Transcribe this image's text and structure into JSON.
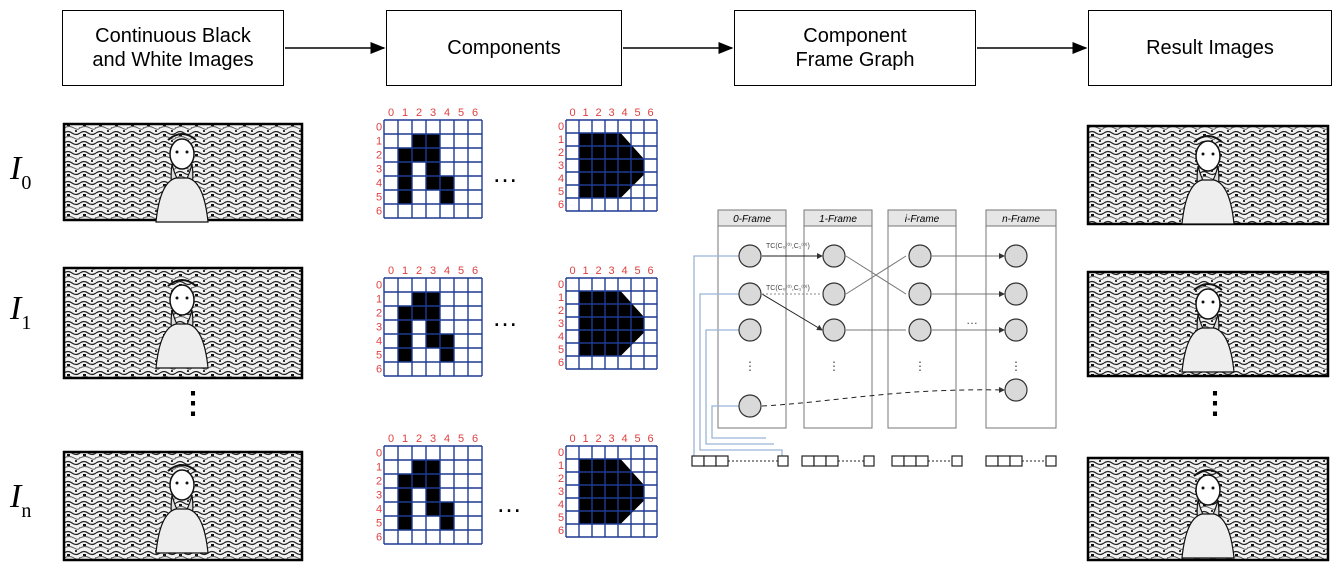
{
  "pipeline": {
    "steps": [
      {
        "label": "Continuous Black and White Images"
      },
      {
        "label": "Components"
      },
      {
        "label": "Component Frame Graph"
      },
      {
        "label": "Result Images"
      }
    ]
  },
  "inputs": {
    "rows": [
      {
        "symbol": "I",
        "subscript": "0"
      },
      {
        "symbol": "I",
        "subscript": "1"
      },
      {
        "symbol": "I",
        "subscript": "n"
      }
    ],
    "ellipsis": "⋮"
  },
  "components": {
    "grid_ticks": [
      "0",
      "1",
      "2",
      "3",
      "4",
      "5",
      "6"
    ],
    "horizontal_ellipsis": "…"
  },
  "frame_graph": {
    "frames": [
      {
        "label": "0-Frame"
      },
      {
        "label": "1-Frame"
      },
      {
        "label": "i-Frame"
      },
      {
        "label": "n-Frame"
      }
    ],
    "edge_labels": [
      "TC(C₀⁽⁰⁾,C₁⁽⁰⁾)",
      "TC(C₀⁽⁰⁾,C₁⁽⁰⁾)"
    ],
    "ellipsis": "⋮",
    "h_ellipsis": "…"
  },
  "colors": {
    "grid_line": "#1f3a93",
    "tick_label": "#e04040",
    "node_fill": "#d9d9d9",
    "frame_header": "#e6e6e6",
    "link_line": "#9bb5d6"
  }
}
